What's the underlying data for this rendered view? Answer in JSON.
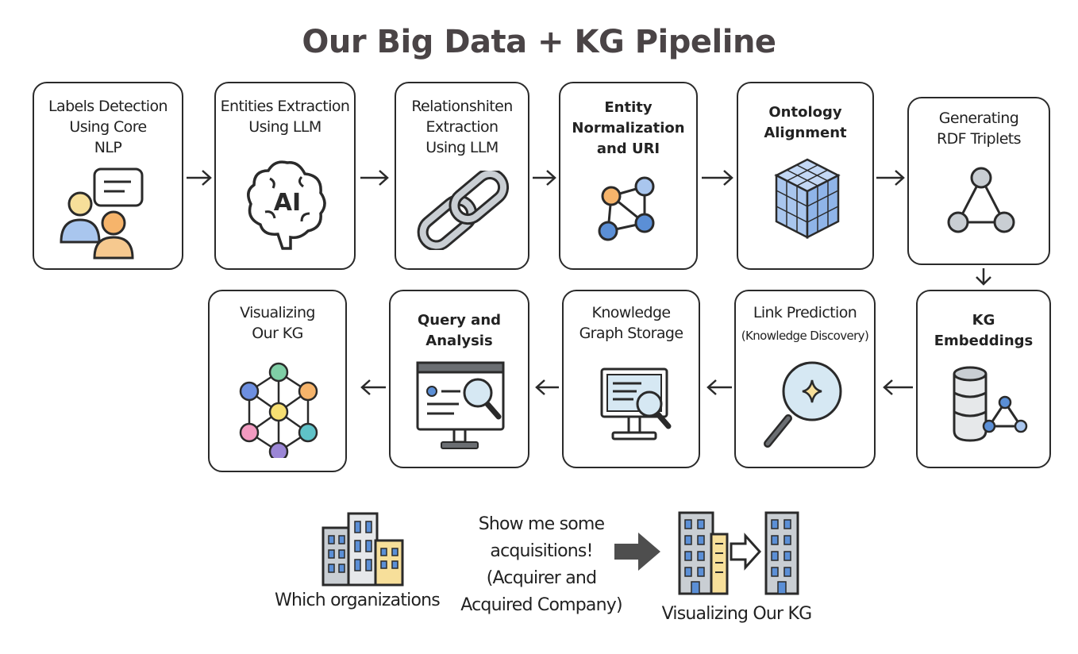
{
  "title": "Our Big Data + KG Pipeline",
  "steps": [
    {
      "label": "Labels Detection\nUsing Core\nNLP",
      "icon": "people-chat-icon"
    },
    {
      "label": "Entities Extraction\nUsing LLM",
      "icon": "ai-brain-icon"
    },
    {
      "label": "Relationshiten\nExtraction\nUsing LLM",
      "icon": "chain-link-icon"
    },
    {
      "label": "Entity\nNormalization\nand URI",
      "icon": "node-graph-icon"
    },
    {
      "label": "Ontology\nAlignment",
      "icon": "cube-icon"
    },
    {
      "label": "Generating\nRDF Triplets",
      "icon": "triangle-graph-icon"
    },
    {
      "label": "KG\nEmbeddings",
      "icon": "database-graph-icon"
    },
    {
      "label": "Link Prediction",
      "sublabel": "(Knowledge Discovery)",
      "icon": "magnifier-sparkle-icon"
    },
    {
      "label": "Knowledge\nGraph Storage",
      "icon": "monitor-search-icon"
    },
    {
      "label": "Query and\nAnalysis",
      "icon": "browser-search-icon"
    },
    {
      "label": "Visualizing\nOur KG",
      "icon": "colored-graph-icon"
    }
  ],
  "bottom": {
    "question": "Which organizations",
    "prompt": "Show me some\nacquisitions!\n(Acquirer and\nAcquired Company)",
    "result": "Visualizing Our KG",
    "icons": [
      "buildings-icon",
      "arrow-right-icon",
      "acquisition-icon"
    ]
  },
  "colors": {
    "title": "#4a4446",
    "stroke": "#2a2a2a",
    "blue": "#a9c6ee",
    "dark_blue": "#5b8fd6",
    "orange": "#f6b46b",
    "yellow": "#f7df9a",
    "gray": "#c9ced3"
  }
}
